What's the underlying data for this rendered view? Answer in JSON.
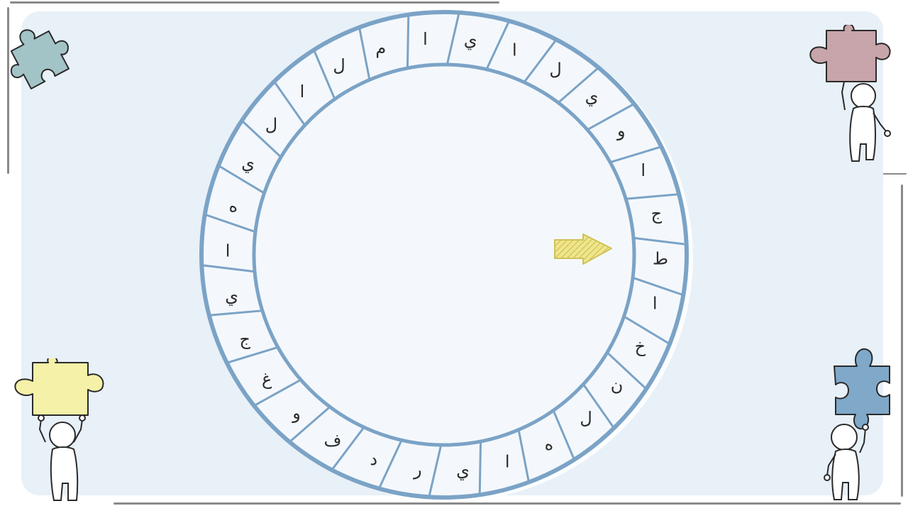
{
  "wheel": {
    "letters": [
      "ه",
      "ي",
      "ل",
      "ا",
      "ل",
      "م",
      "ا",
      "ي",
      "ا",
      "ل",
      "ي",
      "و",
      "ا",
      "ج",
      "ط",
      "ا",
      "خ",
      "ن",
      "ل",
      "ه",
      "ا",
      "ي",
      "ر",
      "د",
      "ف",
      "و",
      "غ",
      "ج",
      "ي",
      "ا"
    ]
  },
  "colors": {
    "panel": "#e8f0f8",
    "ring": "#7ba3c6",
    "arrow": "#efe58c",
    "puzzle_teal": "#a3c4c6",
    "puzzle_pink": "#c7a5aa",
    "puzzle_yellow": "#f5f1a8",
    "puzzle_blue": "#7fa8c9"
  },
  "icons": {
    "pointer": "arrow-right-icon",
    "corner_pieces": [
      "puzzle-piece-icon",
      "stick-figure-icon"
    ]
  }
}
